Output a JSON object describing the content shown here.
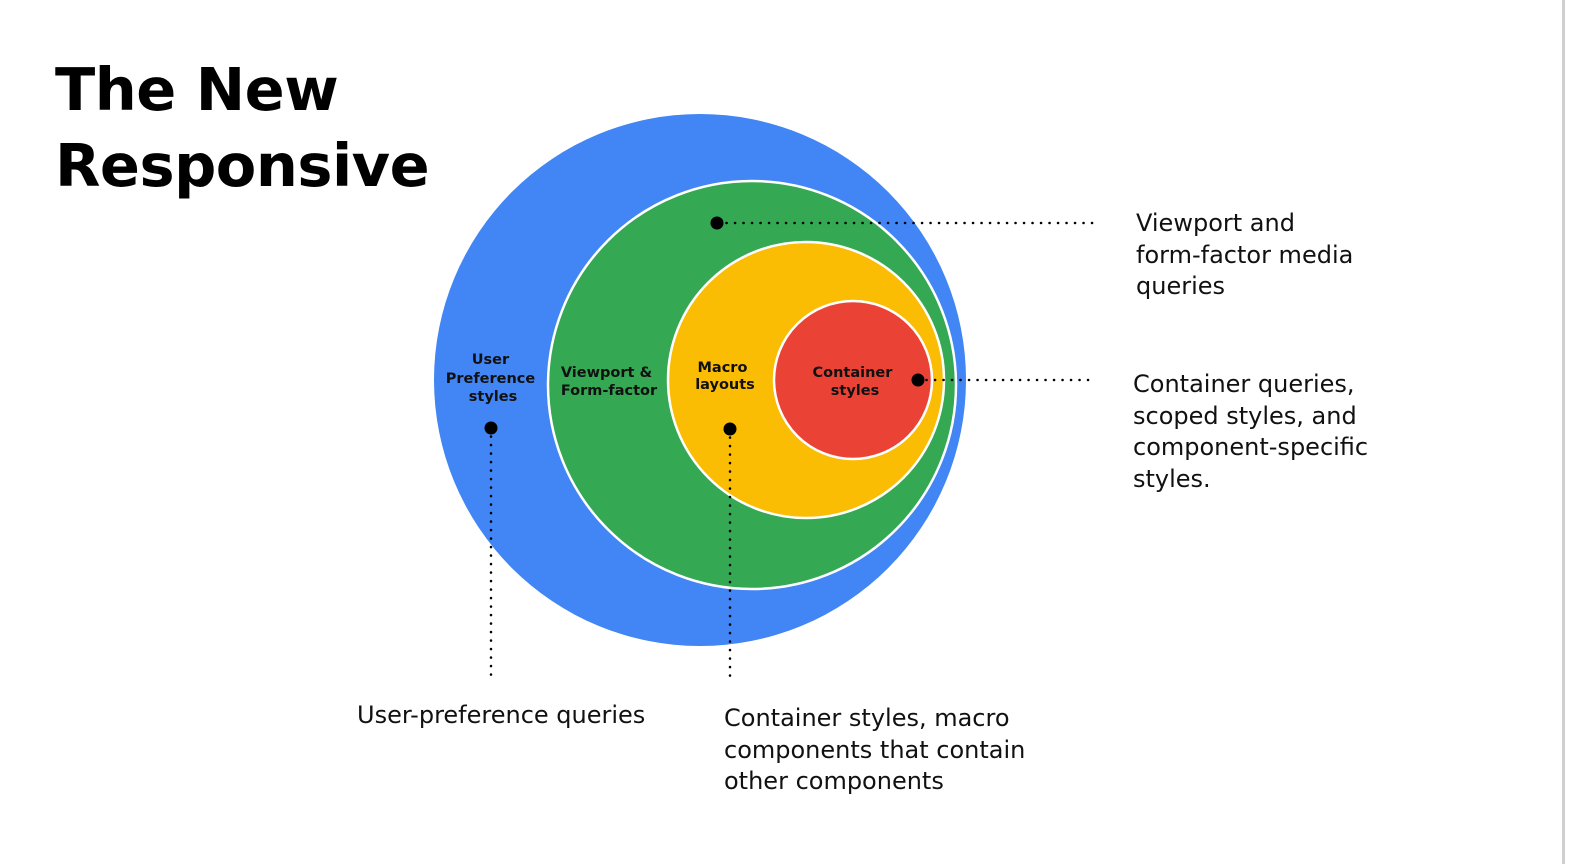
{
  "title": {
    "line1": "The New",
    "line2": "Responsive"
  },
  "colors": {
    "outer": "#4285F4",
    "second": "#34A853",
    "third": "#FBBC04",
    "inner": "#EA4335",
    "ring_stroke": "#ffffff",
    "dots": "#000000"
  },
  "rings": [
    {
      "id": "user-preference",
      "label_lines": [
        "User",
        "Preference",
        "styles"
      ]
    },
    {
      "id": "viewport",
      "label_lines": [
        "Viewport &",
        "Form-factor"
      ]
    },
    {
      "id": "macro",
      "label_lines": [
        "Macro",
        "layouts"
      ]
    },
    {
      "id": "container",
      "label_lines": [
        "Container",
        "styles"
      ]
    }
  ],
  "callouts": {
    "viewport": [
      "Viewport and",
      "form-factor media",
      "queries"
    ],
    "container": [
      "Container queries,",
      "scoped styles, and",
      "component-specific",
      "styles."
    ],
    "user_preference": [
      "User-preference queries"
    ],
    "macro": [
      "Container styles, macro",
      "components that contain",
      "other components"
    ]
  }
}
